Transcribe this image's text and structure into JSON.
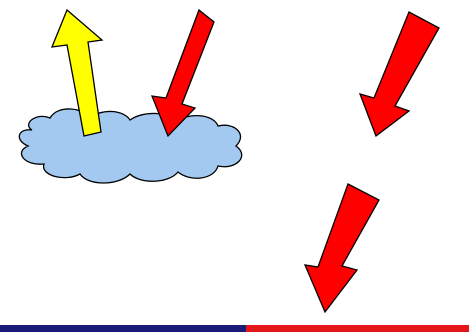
{
  "diagram": {
    "elements": [
      {
        "name": "cloud",
        "icon": "cloud-icon",
        "fill": "#a3c9f1"
      },
      {
        "name": "reflected-arrow",
        "icon": "arrow-up-icon",
        "fill": "#ffff00",
        "direction": "up"
      },
      {
        "name": "incoming-arrow-cloud",
        "icon": "arrow-down-left-icon",
        "fill": "#ff0000",
        "direction": "down-left"
      },
      {
        "name": "incoming-arrow-clear",
        "icon": "arrow-down-left-icon",
        "fill": "#ff0000",
        "direction": "down-left"
      },
      {
        "name": "incoming-arrow-ground",
        "icon": "arrow-down-left-icon",
        "fill": "#ff0000",
        "direction": "down-left"
      }
    ],
    "bottom_bar": {
      "left_color": "#1a1a7a",
      "right_color": "#e5161b"
    },
    "outline_color": "#000000"
  }
}
